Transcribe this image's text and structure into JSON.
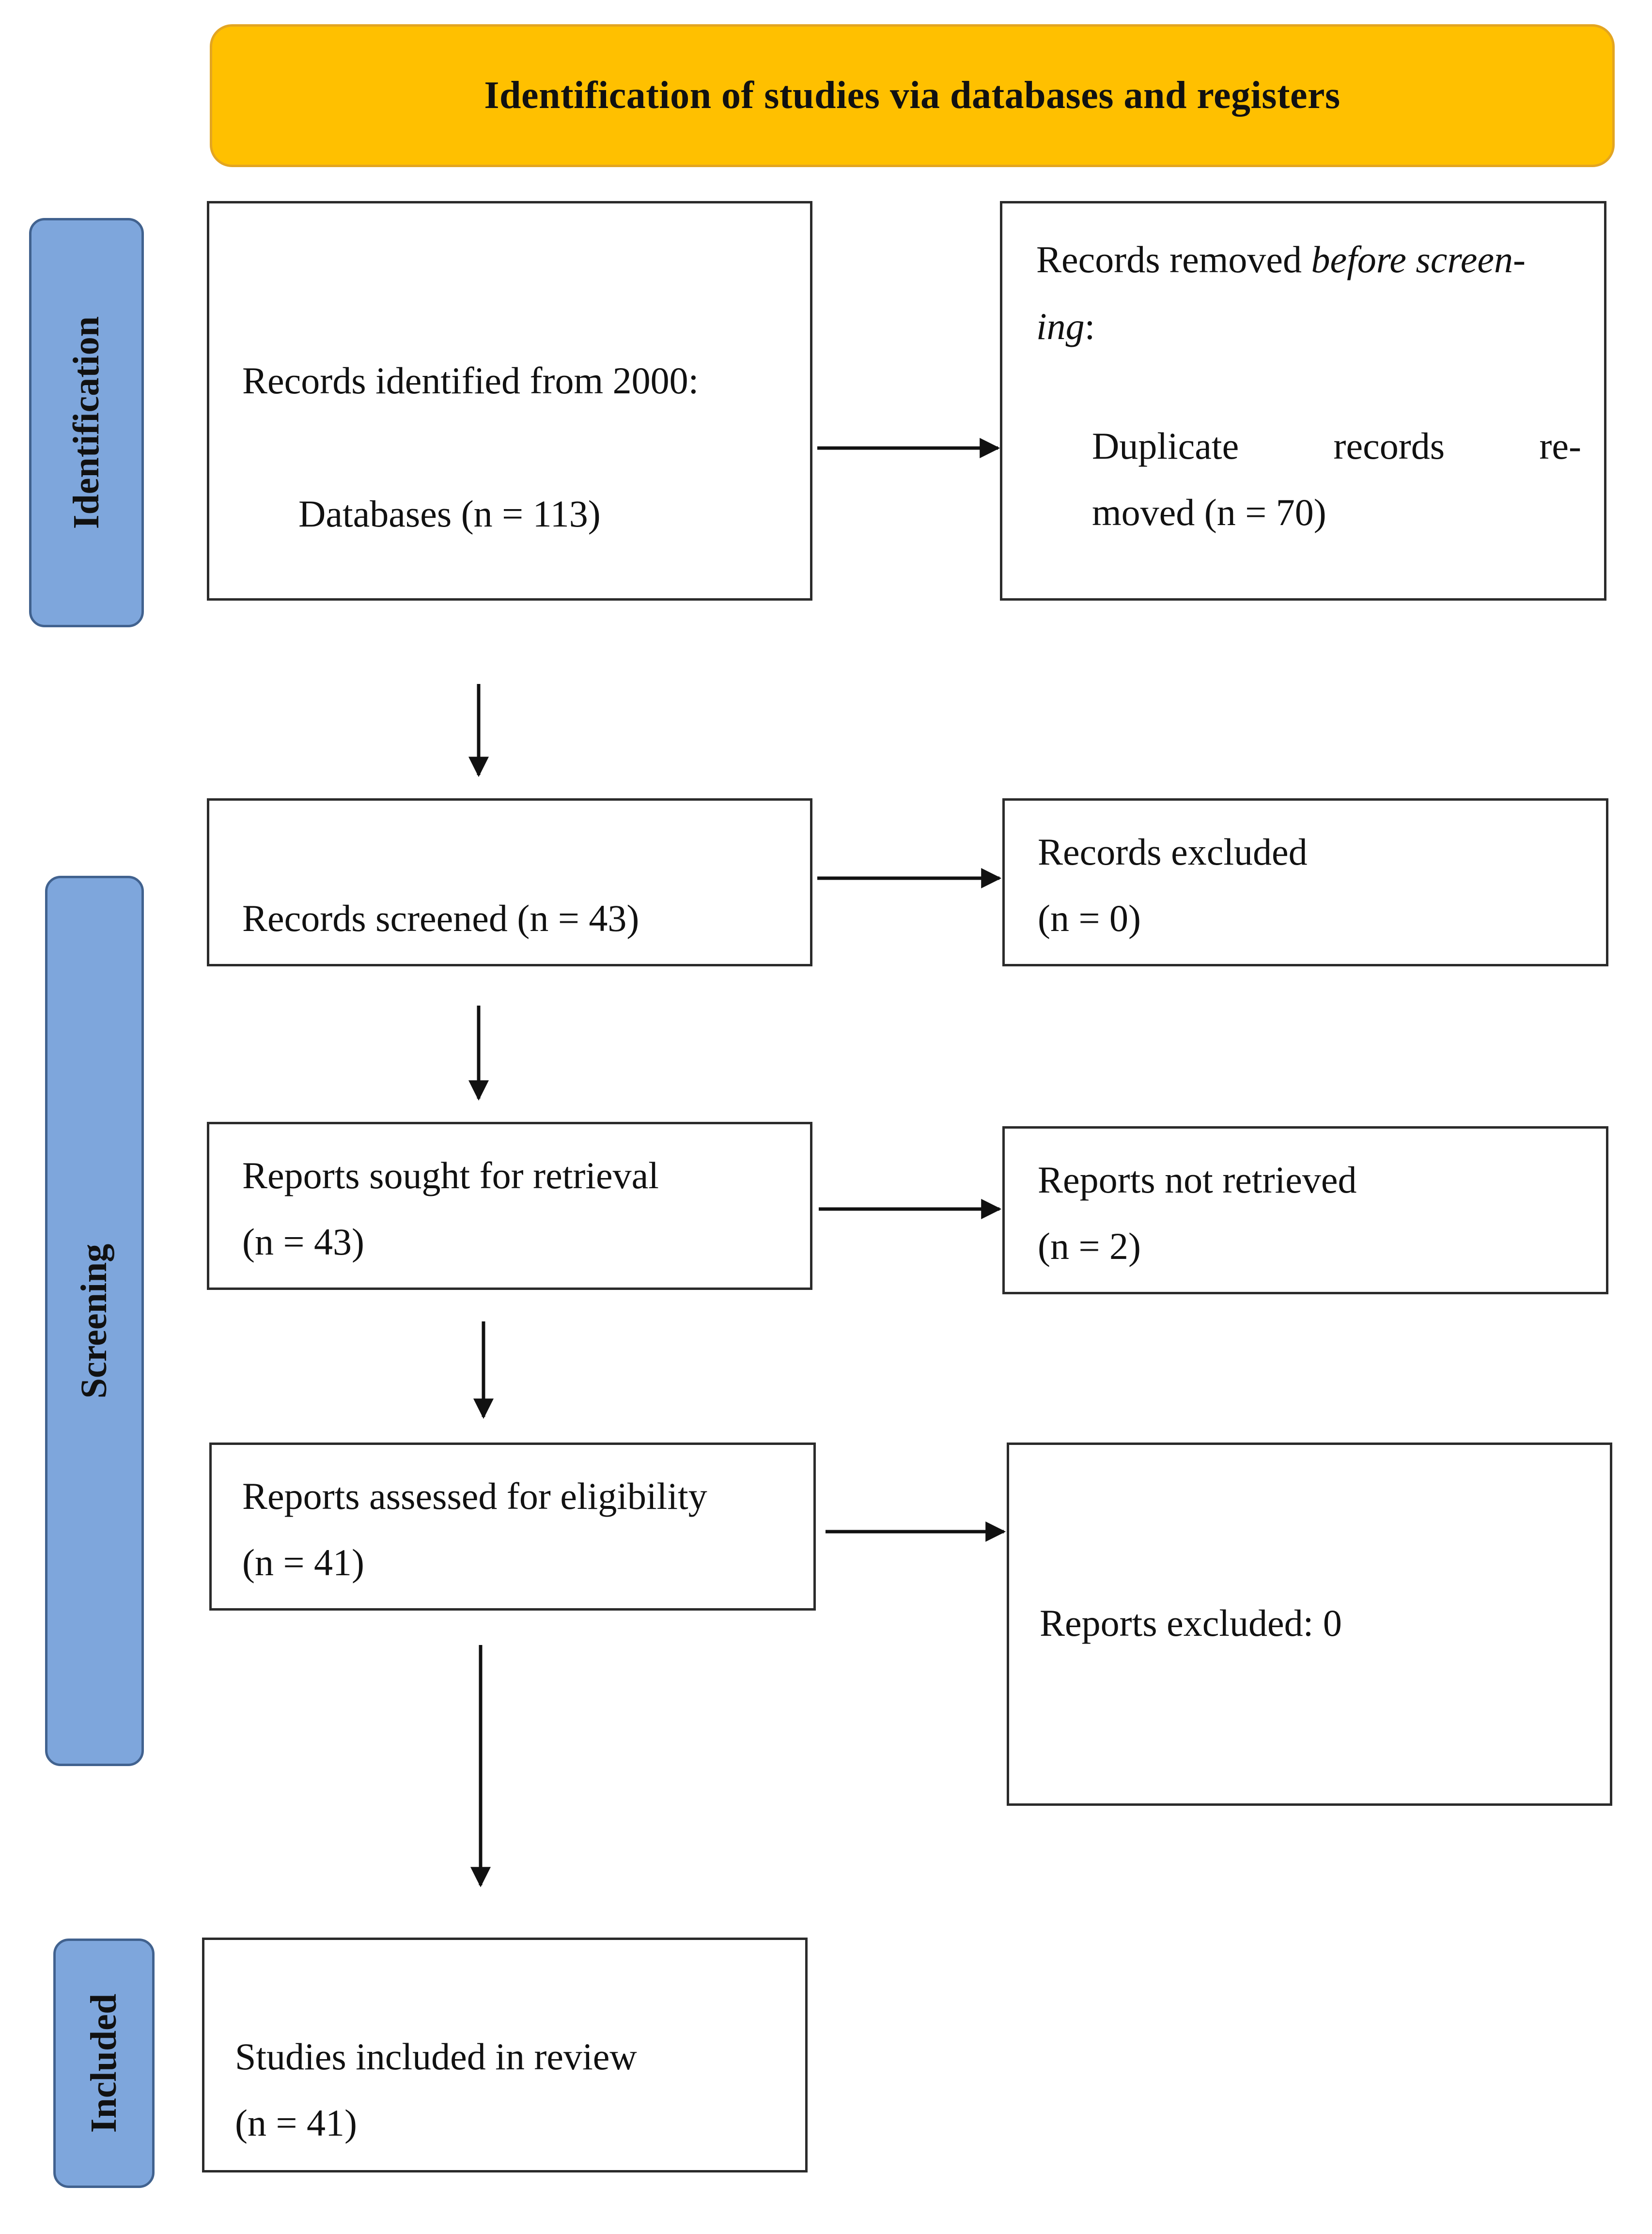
{
  "colors": {
    "banner_fill": "#ffc000",
    "phase_fill": "#7ea6dc",
    "box_border": "#2b2b2b",
    "arrow": "#111111"
  },
  "header": {
    "title": "Identification of studies via databases and registers"
  },
  "phases": {
    "identification": "Identification",
    "screening": "Screening",
    "included": "Included"
  },
  "boxes": {
    "records_identified": {
      "line1": "Records identified from 2000:",
      "line2": "Databases (n = 113)"
    },
    "records_removed": {
      "line1_prefix": "Records removed ",
      "line1_italic": "before screen-",
      "line2_italic": "ing",
      "line2_suffix": ":",
      "dup_word1": "Duplicate",
      "dup_word2": "records",
      "dup_word3": "re-",
      "dup_line2": "moved (n = 70)"
    },
    "records_screened": {
      "line1": "Records screened (n = 43)"
    },
    "records_excluded": {
      "line1": "Records excluded",
      "line2": "(n = 0)"
    },
    "reports_sought": {
      "line1": "Reports sought for retrieval",
      "line2": "(n = 43)"
    },
    "reports_not_retrieved": {
      "line1": "Reports not retrieved",
      "line2": "(n = 2)"
    },
    "reports_assessed": {
      "line1": "Reports assessed for eligibility",
      "line2": "(n = 41)"
    },
    "reports_excluded": {
      "line1": "Reports excluded: 0"
    },
    "studies_included": {
      "line1": "Studies included in review",
      "line2": "(n = 41)"
    }
  }
}
